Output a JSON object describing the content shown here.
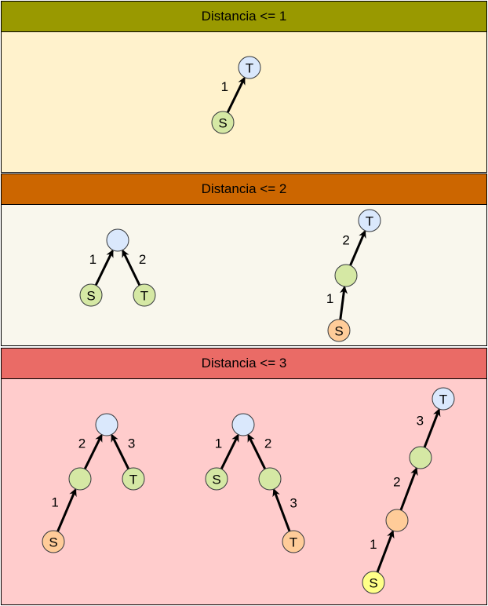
{
  "colors": {
    "header1_bg": "#999900",
    "body1_bg": "#fff2cc",
    "header2_bg": "#cc6600",
    "body2_bg": "#f9f7ed",
    "header3_bg": "#ea6b66",
    "body3_bg": "#ffcccc",
    "node_blue": "#dae8fc",
    "node_green": "#d5e8a4",
    "node_orange": "#ffcc99",
    "node_yellow": "#ffff88",
    "stroke": "#36393d"
  },
  "sections": [
    {
      "title": "Distancia <= 1"
    },
    {
      "title": "Distancia <= 2"
    },
    {
      "title": "Distancia <= 3"
    }
  ],
  "nodes": [
    {
      "id": "a1",
      "label": "T",
      "fill": "node_blue"
    },
    {
      "id": "a2",
      "label": "S",
      "fill": "node_green"
    },
    {
      "id": "b1",
      "label": "",
      "fill": "node_blue"
    },
    {
      "id": "b2",
      "label": "S",
      "fill": "node_green"
    },
    {
      "id": "b3",
      "label": "T",
      "fill": "node_green"
    },
    {
      "id": "c1",
      "label": "T",
      "fill": "node_blue"
    },
    {
      "id": "c2",
      "label": "",
      "fill": "node_green"
    },
    {
      "id": "c3",
      "label": "S",
      "fill": "node_orange"
    },
    {
      "id": "d1",
      "label": "",
      "fill": "node_blue"
    },
    {
      "id": "d2",
      "label": "",
      "fill": "node_green"
    },
    {
      "id": "d3",
      "label": "T",
      "fill": "node_green"
    },
    {
      "id": "d4",
      "label": "S",
      "fill": "node_orange"
    },
    {
      "id": "e1",
      "label": "",
      "fill": "node_blue"
    },
    {
      "id": "e2",
      "label": "S",
      "fill": "node_green"
    },
    {
      "id": "e3",
      "label": "",
      "fill": "node_green"
    },
    {
      "id": "e4",
      "label": "T",
      "fill": "node_orange"
    },
    {
      "id": "f1",
      "label": "T",
      "fill": "node_blue"
    },
    {
      "id": "f2",
      "label": "",
      "fill": "node_green"
    },
    {
      "id": "f3",
      "label": "",
      "fill": "node_orange"
    },
    {
      "id": "f4",
      "label": "S",
      "fill": "node_yellow"
    }
  ],
  "edges": [
    {
      "from": "a2",
      "to": "a1",
      "label": "1"
    },
    {
      "from": "b2",
      "to": "b1",
      "label": "1"
    },
    {
      "from": "b3",
      "to": "b1",
      "label": "2"
    },
    {
      "from": "c3",
      "to": "c2",
      "label": "1"
    },
    {
      "from": "c2",
      "to": "c1",
      "label": "2"
    },
    {
      "from": "d4",
      "to": "d2",
      "label": "1"
    },
    {
      "from": "d2",
      "to": "d1",
      "label": "2"
    },
    {
      "from": "d3",
      "to": "d1",
      "label": "3"
    },
    {
      "from": "e2",
      "to": "e1",
      "label": "1"
    },
    {
      "from": "e3",
      "to": "e1",
      "label": "2"
    },
    {
      "from": "e4",
      "to": "e3",
      "label": "3"
    },
    {
      "from": "f4",
      "to": "f3",
      "label": "1"
    },
    {
      "from": "f3",
      "to": "f2",
      "label": "2"
    },
    {
      "from": "f2",
      "to": "f1",
      "label": "3"
    }
  ]
}
